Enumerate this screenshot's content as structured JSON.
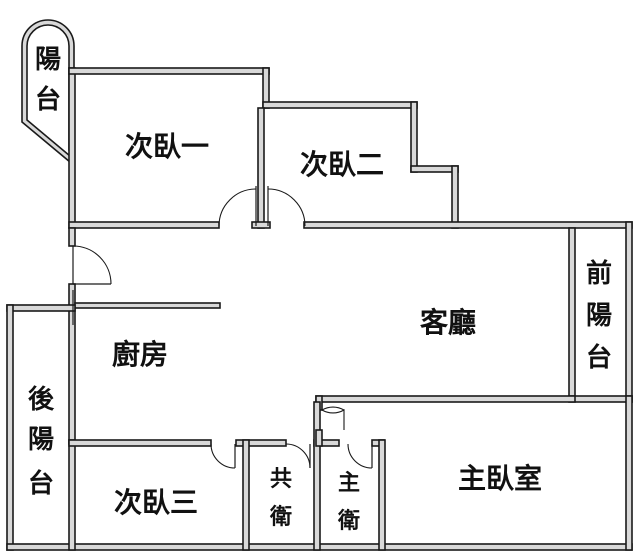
{
  "rooms": {
    "balcony_top_left": {
      "chars": [
        "陽",
        "台"
      ]
    },
    "bedroom_2": "次臥一",
    "bedroom_3": "次臥二",
    "living_room": "客廳",
    "front_balcony": {
      "chars": [
        "前",
        "陽",
        "台"
      ]
    },
    "kitchen": "廚房",
    "back_balcony": {
      "chars": [
        "後",
        "陽",
        "台"
      ]
    },
    "bedroom_4": "次臥三",
    "shared_bath": {
      "chars": [
        "共",
        "衛"
      ]
    },
    "master_bath": {
      "chars": [
        "主",
        "衛"
      ]
    },
    "master_bedroom": "主臥室"
  },
  "colors": {
    "wall_fill": "#d9d9d9",
    "wall_stroke": "#1a1a1a",
    "background": "#ffffff"
  }
}
